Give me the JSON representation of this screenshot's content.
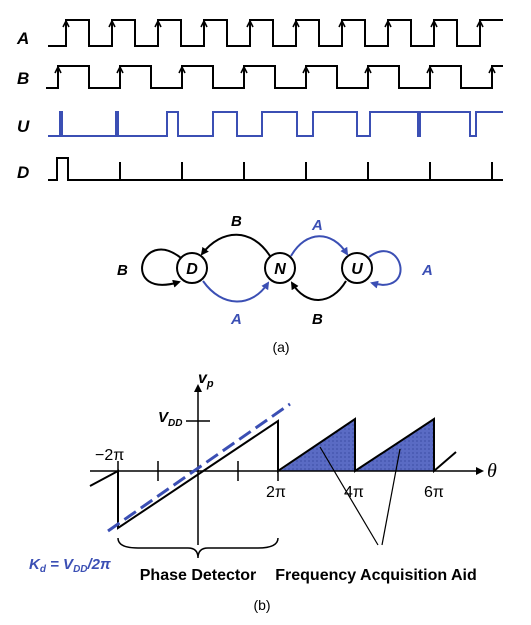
{
  "panel_a": {
    "signal_labels": [
      "A",
      "B",
      "U",
      "D"
    ],
    "state_nodes": [
      "D",
      "N",
      "U"
    ],
    "edge_labels": {
      "d_self": "B",
      "n_to_d": "B",
      "d_to_n": "A",
      "n_to_u": "A",
      "u_to_n": "B",
      "u_self": "A"
    },
    "caption": "(a)"
  },
  "panel_b": {
    "y_axis_label_main": "v",
    "y_axis_label_sub": "p",
    "vdd_main": "V",
    "vdd_sub": "DD",
    "x_axis_label": "θ",
    "tick_neg_2pi": "−2π",
    "tick_2pi": "2π",
    "tick_4pi": "4π",
    "tick_6pi": "6π",
    "kd_k": "K",
    "kd_k_sub": "d",
    "kd_mid": " = V",
    "kd_v_sub": "DD",
    "kd_tail": "/2π",
    "phase_detector": "Phase Detector",
    "frequency_aid": "Frequency Acquisition Aid",
    "caption": "(b)"
  },
  "colors": {
    "black": "#000000",
    "blue": "#3b4fb4",
    "fill": "#5a6bc4"
  }
}
